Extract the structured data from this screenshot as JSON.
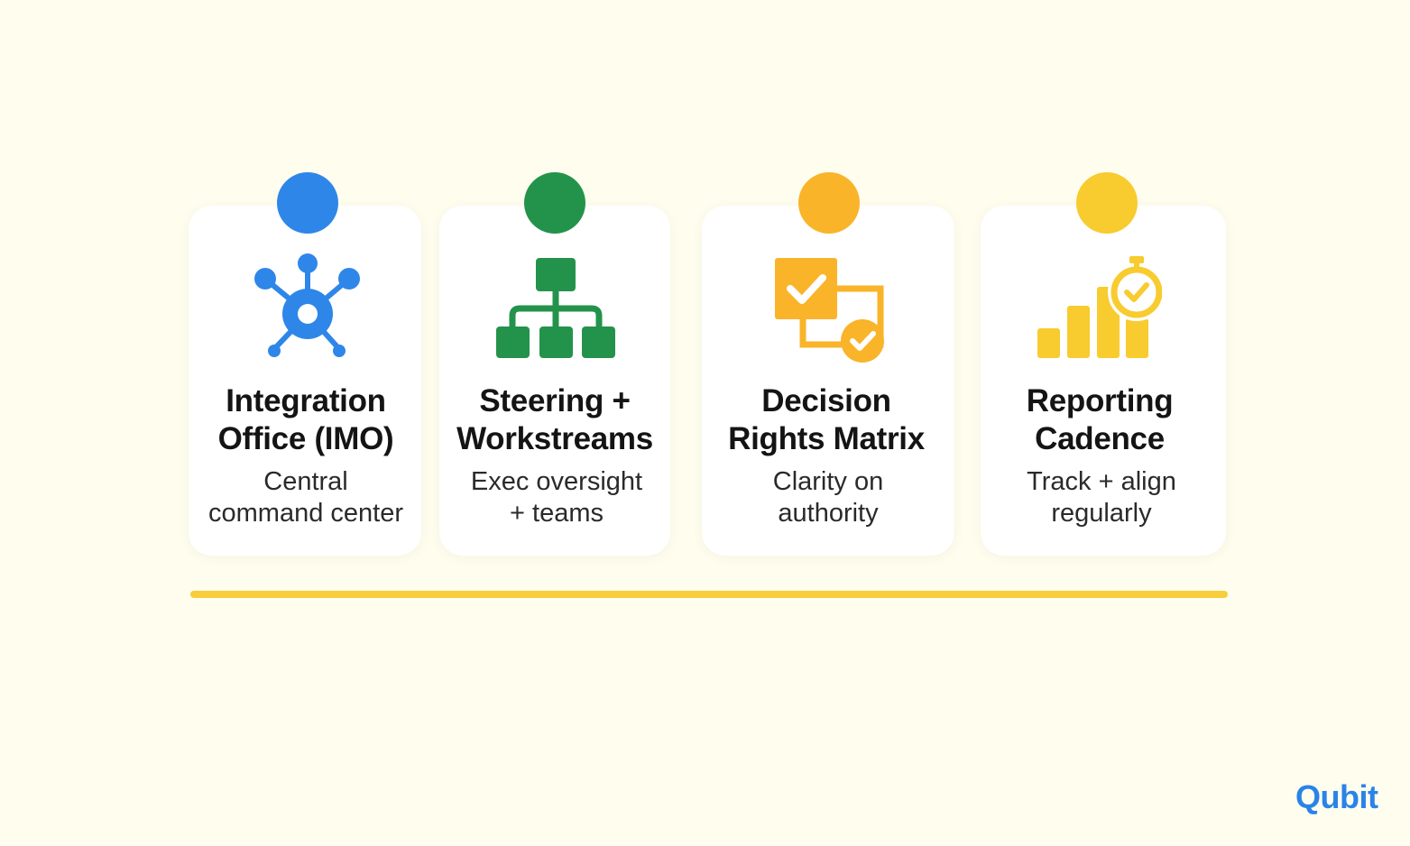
{
  "colors": {
    "background": "#fefdee",
    "blue": "#2f86e9",
    "green": "#23934b",
    "orange": "#f9b42a",
    "yellow": "#f8cb2f",
    "timeline": "#f7cd3b",
    "logo": "#2a83e8"
  },
  "steps": [
    {
      "title_line1": "Integration",
      "title_line2": "Office (IMO)",
      "desc_line1": "Central",
      "desc_line2": "command center",
      "icon": "hub-network-icon",
      "color": "#2f86e9"
    },
    {
      "title_line1": "Steering +",
      "title_line2": "Workstreams",
      "desc_line1": "Exec oversight",
      "desc_line2": "+ teams",
      "icon": "org-chart-icon",
      "color": "#23934b"
    },
    {
      "title_line1": "Decision",
      "title_line2": "Rights Matrix",
      "desc_line1": "Clarity on",
      "desc_line2": "authority",
      "icon": "checkbox-flow-icon",
      "color": "#f9b42a"
    },
    {
      "title_line1": "Reporting",
      "title_line2": "Cadence",
      "desc_line1": "Track + align",
      "desc_line2": "regularly",
      "icon": "bar-chart-stopwatch-icon",
      "color": "#f8cb2f"
    }
  ],
  "logo": {
    "text": "Qubit"
  }
}
